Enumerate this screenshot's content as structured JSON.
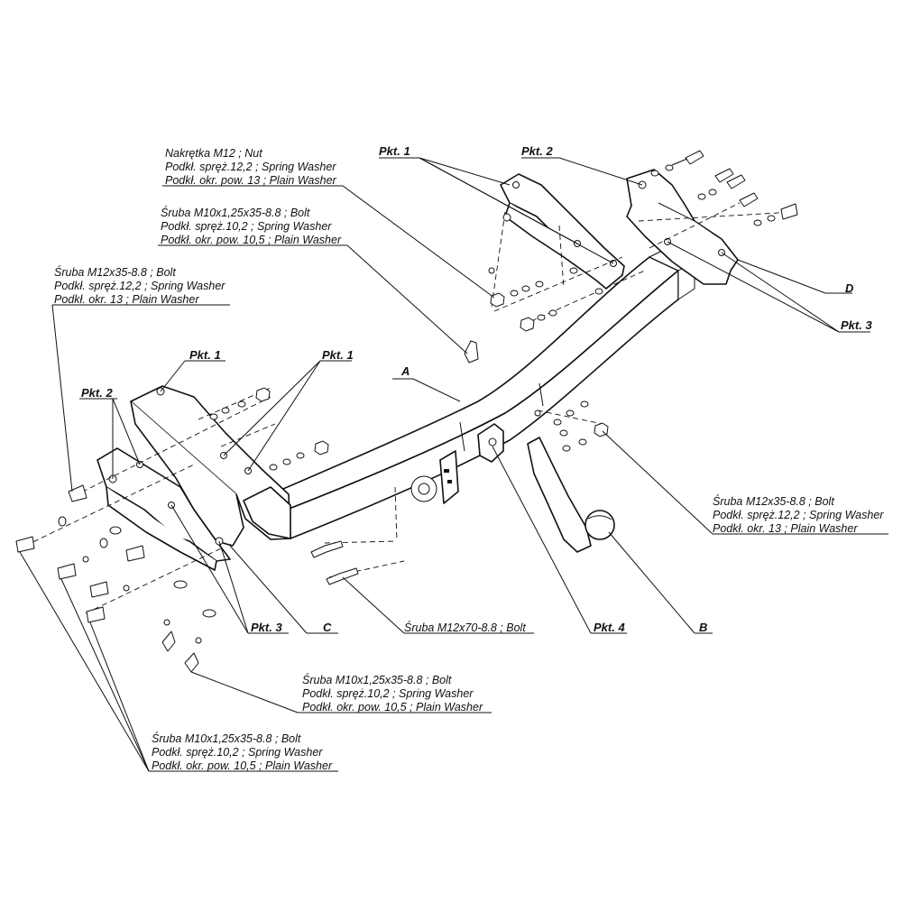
{
  "labels": {
    "nut_group_top": [
      "Nakrętka M12 ; Nut",
      "Podkł. spręż.12,2 ; Spring Washer",
      "Podkł. okr. pow. 13 ; Plain Washer"
    ],
    "bolt_m10_top": [
      "Śruba M10x1,25x35-8.8 ; Bolt",
      "Podkł. spręż.10,2 ; Spring Washer",
      "Podkł. okr. pow. 10,5 ; Plain Washer"
    ],
    "bolt_m12_left": [
      "Śruba M12x35-8.8 ; Bolt",
      "Podkł. spręż.12,2 ; Spring Washer",
      "Podkł. okr. 13 ; Plain Washer"
    ],
    "bolt_m12_right": [
      "Śruba M12x35-8.8 ; Bolt",
      "Podkł. spręż.12,2 ; Spring Washer",
      "Podkł. okr. 13 ; Plain Washer"
    ],
    "bolt_m12x70": "Śruba M12x70-8.8 ; Bolt",
    "bolt_m10_mid": [
      "Śruba M10x1,25x35-8.8 ; Bolt",
      "Podkł. spręż.10,2 ; Spring Washer",
      "Podkł. okr. pow. 10,5 ; Plain Washer"
    ],
    "bolt_m10_bottom": [
      "Śruba M10x1,25x35-8.8 ; Bolt",
      "Podkł. spręż.10,2 ; Spring Washer",
      "Podkł. okr. pow. 10,5 ; Plain Washer"
    ]
  },
  "points": {
    "pkt1": "Pkt. 1",
    "pkt2": "Pkt. 2",
    "pkt3": "Pkt. 3",
    "pkt4": "Pkt. 4"
  },
  "parts": {
    "A": "A",
    "B": "B",
    "C": "C",
    "D": "D"
  }
}
